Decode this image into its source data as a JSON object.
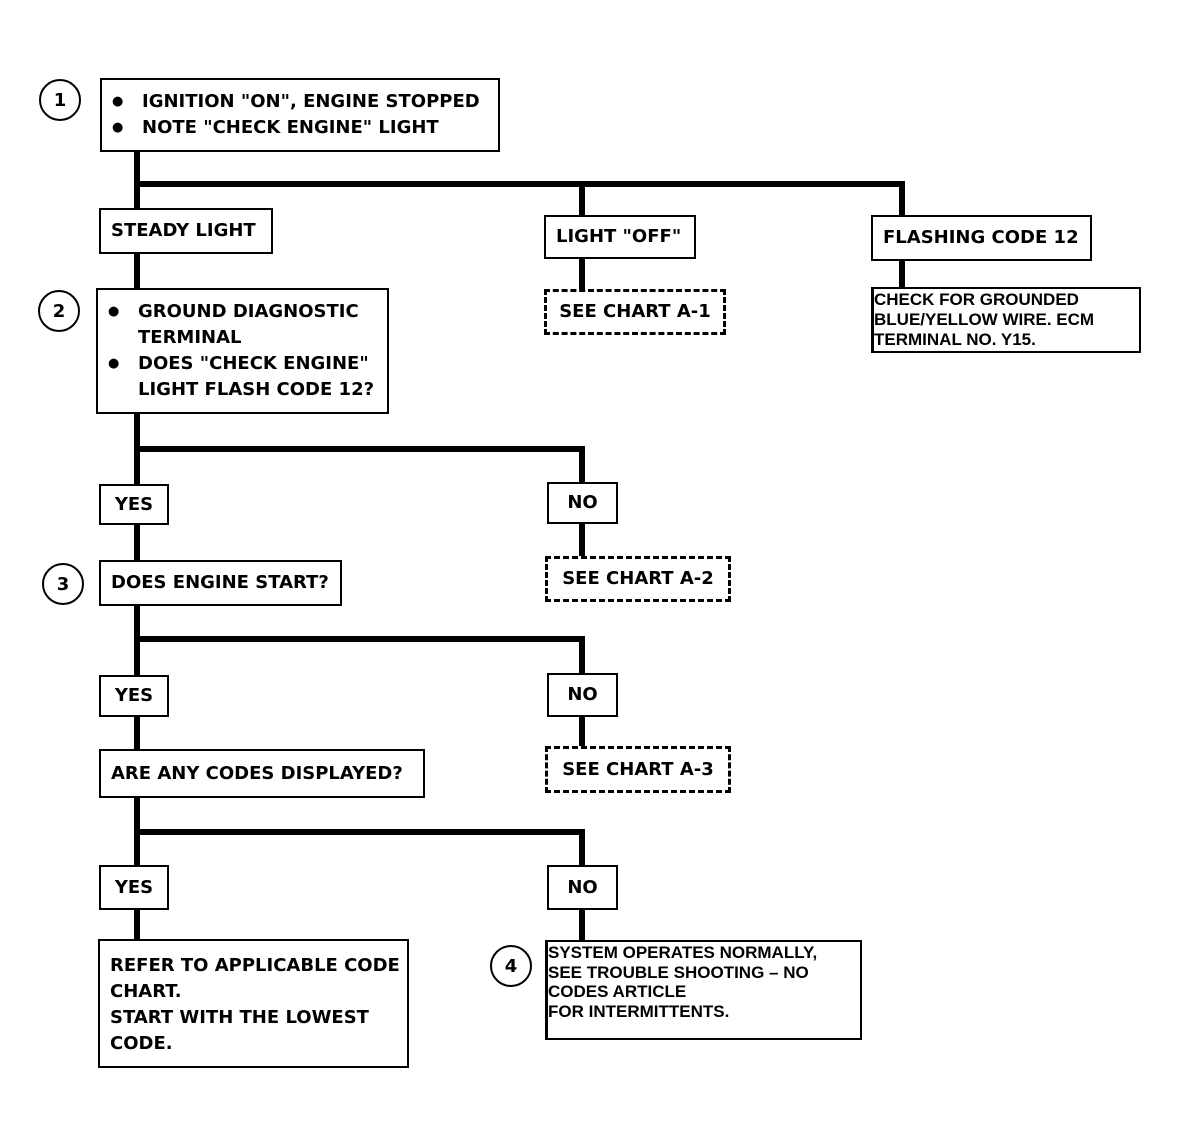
{
  "steps": {
    "step1": "1",
    "step2": "2",
    "step3": "3",
    "step4": "4"
  },
  "box1": {
    "items": [
      "IGNITION \"ON\", ENGINE STOPPED",
      "NOTE \"CHECK ENGINE\" LIGHT"
    ]
  },
  "branch1": {
    "steady": "STEADY LIGHT",
    "off": "LIGHT \"OFF\"",
    "flashing": "FLASHING CODE 12",
    "see_a1": "SEE CHART A-1",
    "check_ground": [
      "CHECK FOR GROUNDED",
      "BLUE/YELLOW WIRE. ECM",
      "TERMINAL NO. Y15."
    ]
  },
  "box2": {
    "items": [
      "GROUND DIAGNOSTIC TERMINAL",
      "DOES \"CHECK ENGINE\" LIGHT FLASH CODE 12?"
    ],
    "item1_lines": [
      "GROUND DIAGNOSTIC",
      "TERMINAL"
    ],
    "item2_lines": [
      "DOES \"CHECK ENGINE\"",
      "LIGHT FLASH CODE 12?"
    ]
  },
  "branch2": {
    "yes": "YES",
    "no": "NO",
    "see_a2": "SEE CHART A-2"
  },
  "box3": {
    "question": "DOES ENGINE START?"
  },
  "branch3": {
    "yes": "YES",
    "no": "NO",
    "see_a3": "SEE CHART A-3"
  },
  "codes": {
    "question": "ARE ANY CODES DISPLAYED?"
  },
  "branch4": {
    "yes": "YES",
    "no": "NO",
    "refer_lines": [
      "REFER TO APPLICABLE CODE",
      "CHART.",
      "START WITH THE LOWEST",
      "CODE."
    ],
    "system_ok_lines": [
      "SYSTEM OPERATES NORMALLY,",
      "SEE TROUBLE SHOOTING  –  NO",
      "CODES ARTICLE",
      "FOR INTERMITTENTS."
    ]
  }
}
